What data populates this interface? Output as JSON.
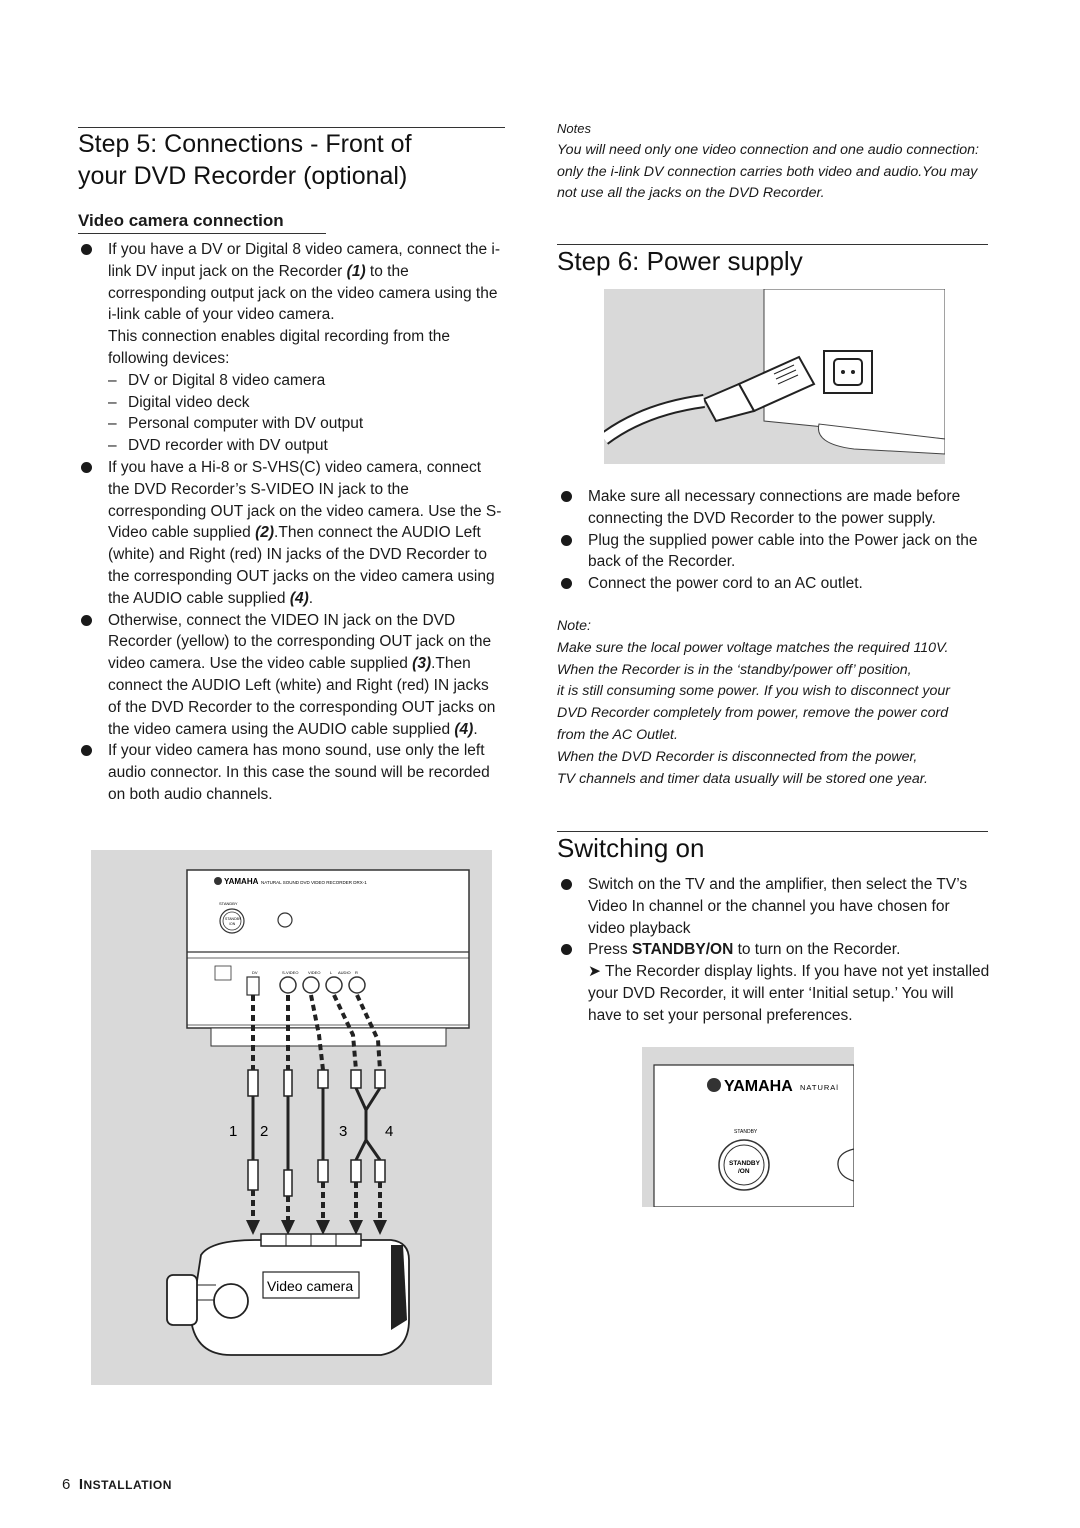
{
  "left": {
    "title_line1": "Step 5: Connections - Front of",
    "title_line2": "your DVD Recorder (optional)",
    "subheading": "Video camera connection",
    "bullet1_text": "If you have a DV or Digital 8 video camera, connect the i-link DV input jack on the Recorder",
    "bullet1_num": "(1)",
    "bullet1_tail": "to the corresponding output jack on the video camera using the i-link cable of your video camera.",
    "bullet1_para2": "This connection enables digital recording from the following devices:",
    "devices": [
      "DV or Digital 8 video camera",
      "Digital video deck",
      "Personal computer with DV output",
      "DVD recorder with DV output"
    ],
    "bullet2_a": "If you have a Hi-8 or S-VHS(C) video camera, connect the DVD Recorder’s S-VIDEO IN jack to the corresponding OUT jack on the video camera. Use the S-Video cable supplied",
    "bullet2_num1": "(2)",
    "bullet2_b": ".Then connect the AUDIO Left (white) and Right (red) IN jacks of the DVD Recorder to the corresponding OUT jacks on the video camera using the AUDIO cable supplied",
    "bullet2_num2": "(4)",
    "bullet2_c": ".",
    "bullet3_a": "Otherwise, connect the VIDEO IN jack on the DVD Recorder (yellow) to the corresponding OUT jack on the video camera. Use the video cable supplied",
    "bullet3_num1": "(3)",
    "bullet3_b": ".Then connect the AUDIO Left (white) and Right (red) IN jacks of the DVD Recorder to the corresponding OUT jacks on the video camera using the AUDIO cable supplied",
    "bullet3_num2": "(4)",
    "bullet3_c": ".",
    "bullet4": "If your video camera has mono sound, use only the left audio connector. In this case the sound will be recorded on both audio channels."
  },
  "diagram": {
    "brand": "YAMAHA",
    "model_text": "NATURAL SOUND DVD VIDEO RECORDER DRX-1",
    "standby_small": "STANDBY",
    "standby_btn1": "STANDBY",
    "standby_btn2": "/ON",
    "jack_dv": "DV",
    "jack_svideo": "S-VIDEO",
    "jack_video": "VIDEO",
    "jack_l": "L",
    "jack_audio": "AUDIO",
    "jack_r": "R",
    "num1": "1",
    "num2": "2",
    "num3": "3",
    "num4": "4",
    "camera_label": "Video camera"
  },
  "right": {
    "notes_title": "Notes",
    "notes_text": "You will need only one video connection and one audio connection: only the i-link DV connection carries both video and audio.You may not use all the jacks on the DVD Recorder.",
    "power_title": "Step 6: Power supply",
    "power_bullets": [
      "Make sure all necessary connections are made before connecting the DVD Recorder to the power supply.",
      "Plug the supplied power cable into the Power jack on the back of the Recorder.",
      "Connect the power cord to an AC outlet."
    ],
    "note_title": "Note:",
    "note_lines": [
      "Make sure the local power voltage matches the required 110V.",
      "When the Recorder is in the ‘standby/power off’ position,",
      "it is still consuming some power. If you wish to disconnect your",
      "DVD Recorder completely from power, remove the power cord",
      "from the AC Outlet.",
      "When the DVD Recorder is disconnected from the power,",
      "TV channels and timer data usually will be stored one year."
    ],
    "switch_title": "Switching on",
    "switch_b1": "Switch on the TV and the amplifier, then select the TV’s Video In channel or the channel you have chosen for video playback",
    "switch_b2_pre": "Press ",
    "switch_b2_bold": "STANDBY/ON",
    "switch_b2_post": " to turn on the Recorder.",
    "switch_b2_arrow": "➤",
    "switch_b2_cont": " The Recorder display lights. If you have not yet installed your DVD Recorder, it will enter ‘Initial setup.’ You will have to set your personal preferences.",
    "panel_brand": "YAMAHA",
    "panel_natural": "NATURAl",
    "panel_standby": "STANDBY",
    "panel_btn1": "STANDBY",
    "panel_btn2": "/ON"
  },
  "footer": {
    "page_num": "6",
    "section_first": "I",
    "section_rest": "NSTALLATION"
  }
}
